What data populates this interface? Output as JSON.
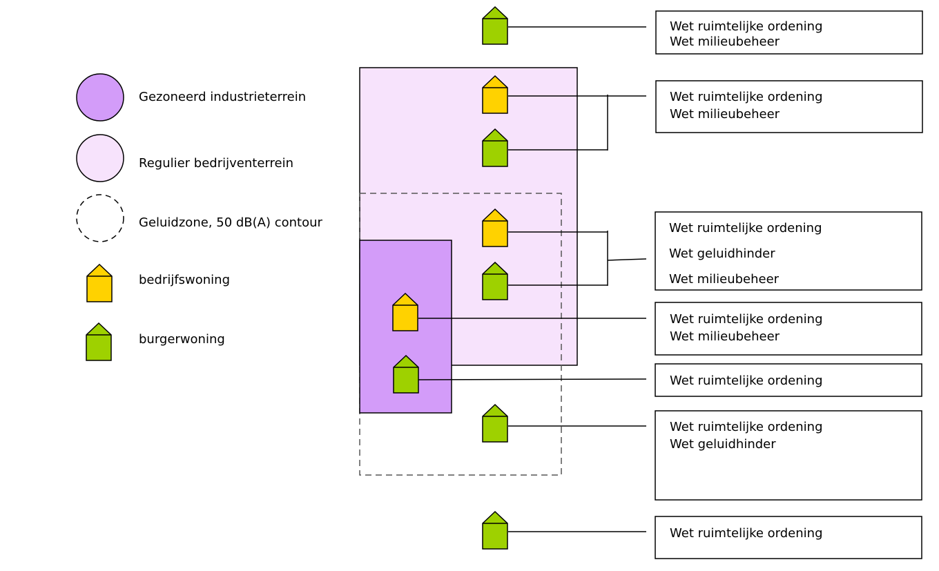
{
  "colors": {
    "industrial": "#d39cf9",
    "regular": "#f7e3fc",
    "company_house": "#ffd200",
    "citizen_house": "#9ed100",
    "stroke": "#000000",
    "dash": "#555555"
  },
  "legend": {
    "industrial_label": "Gezoneerd industrieterrein",
    "regular_label": "Regulier bedrijventerrein",
    "noise_label": "Geluidzone, 50 dB(A) contour",
    "company_house_label": "bedrijfswoning",
    "citizen_house_label": "burgerwoning"
  },
  "boxes": [
    {
      "lines": [
        "Wet ruimtelijke ordening",
        "Wet milieubeheer"
      ]
    },
    {
      "lines": [
        "Wet ruimtelijke ordening",
        "Wet milieubeheer"
      ]
    },
    {
      "lines": [
        "Wet ruimtelijke  ordening",
        "Wet geluidhinder",
        "Wet milieubeheer"
      ]
    },
    {
      "lines": [
        "Wet ruimtelijke ordening",
        "Wet milieubeheer"
      ]
    },
    {
      "lines": [
        "Wet ruimtelijke ordening"
      ]
    },
    {
      "lines": [
        "Wet ruimtelijke ordening",
        "Wet geluidhinder"
      ]
    },
    {
      "lines": [
        "Wet ruimtelijke ordening"
      ]
    }
  ]
}
